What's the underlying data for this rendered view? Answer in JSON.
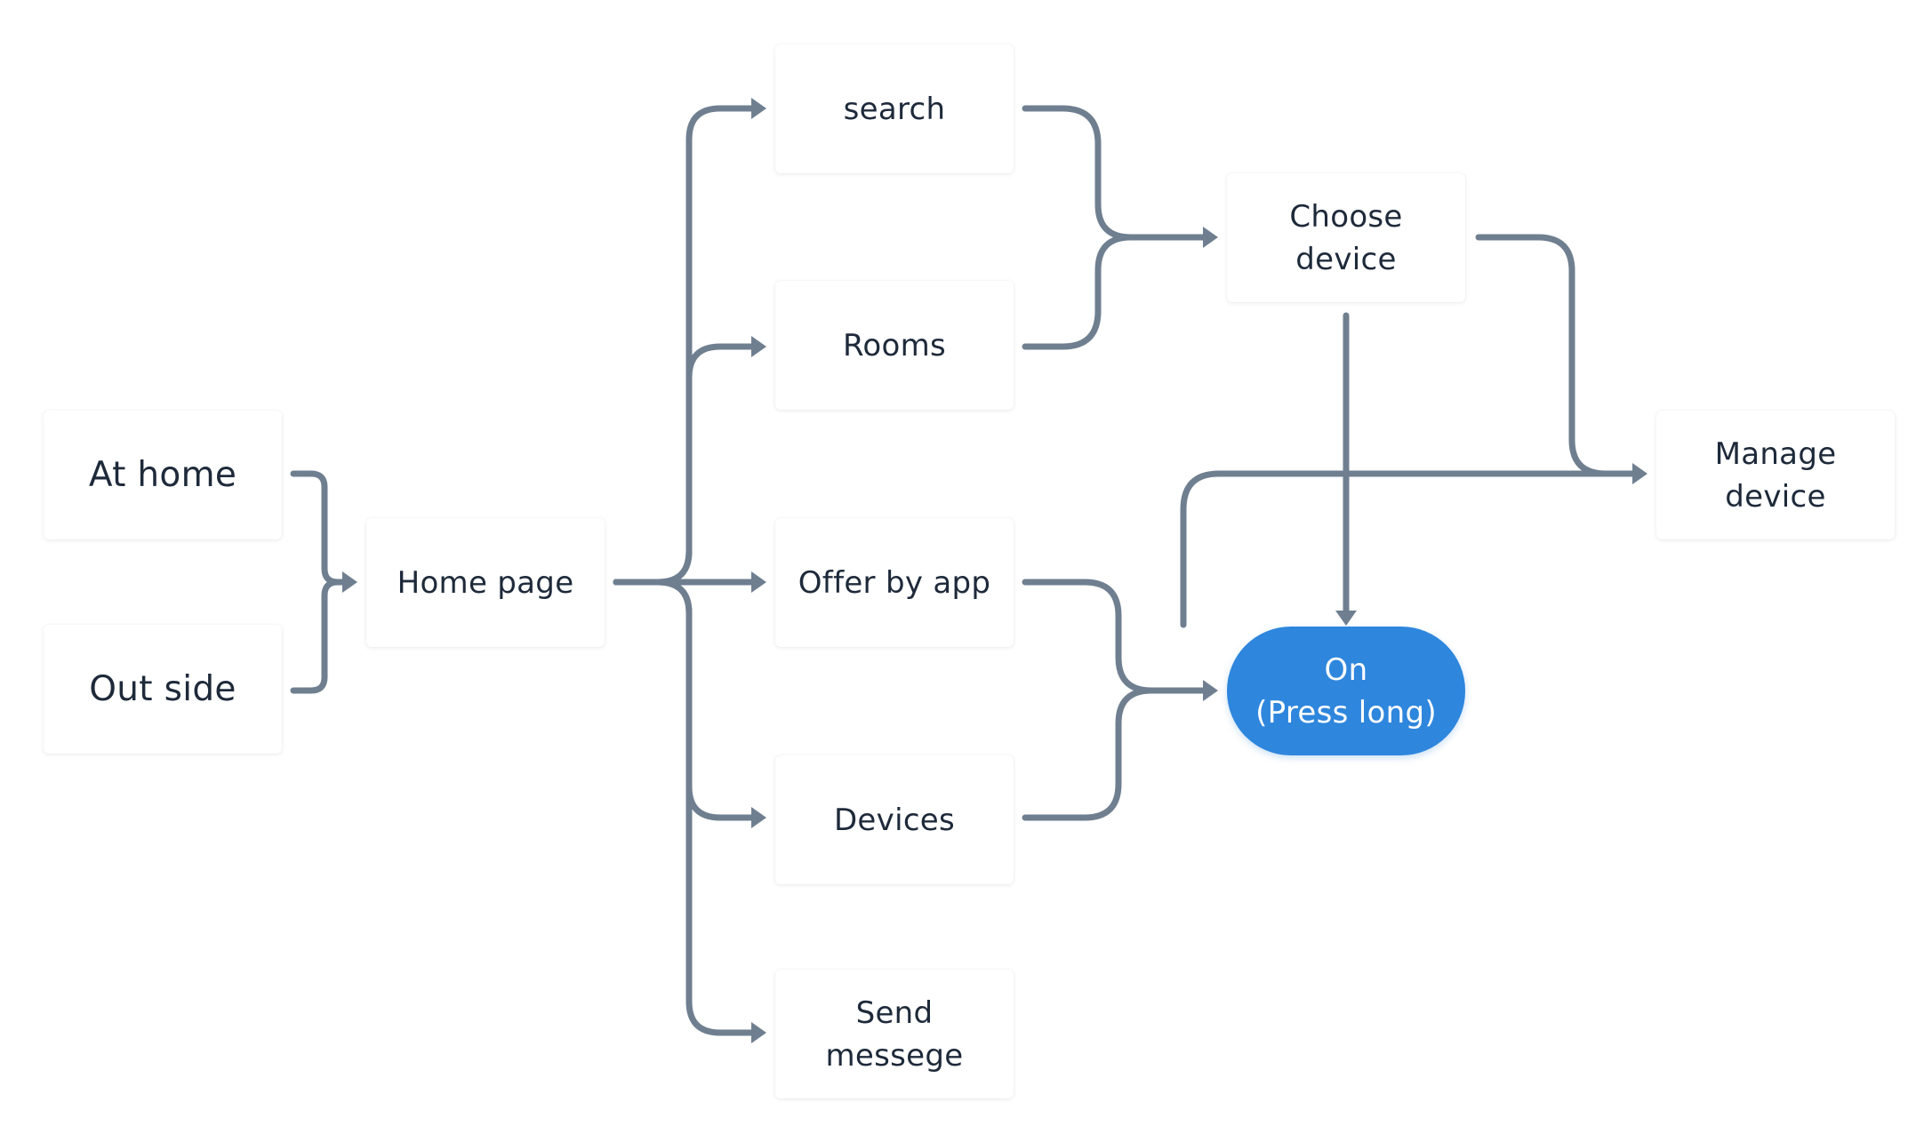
{
  "diagram": {
    "nodes": {
      "at_home": {
        "lines": [
          "At home"
        ]
      },
      "out_side": {
        "lines": [
          "Out side"
        ]
      },
      "home_page": {
        "lines": [
          "Home page"
        ]
      },
      "search": {
        "lines": [
          "search"
        ]
      },
      "rooms": {
        "lines": [
          "Rooms"
        ]
      },
      "offer_by_app": {
        "lines": [
          "Offer by app"
        ]
      },
      "devices": {
        "lines": [
          "Devices"
        ]
      },
      "send_messege": {
        "lines": [
          "Send",
          "messege"
        ]
      },
      "choose_device": {
        "lines": [
          "Choose",
          "device"
        ]
      },
      "manage_device": {
        "lines": [
          "Manage",
          "device"
        ]
      },
      "on_press_long": {
        "lines": [
          "On",
          "(Press long)"
        ]
      }
    },
    "edges": [
      {
        "from": "at_home",
        "to": "home_page"
      },
      {
        "from": "out_side",
        "to": "home_page"
      },
      {
        "from": "home_page",
        "to": "search"
      },
      {
        "from": "home_page",
        "to": "rooms"
      },
      {
        "from": "home_page",
        "to": "offer_by_app"
      },
      {
        "from": "home_page",
        "to": "devices"
      },
      {
        "from": "home_page",
        "to": "send_messege"
      },
      {
        "from": "search",
        "to": "choose_device"
      },
      {
        "from": "rooms",
        "to": "choose_device"
      },
      {
        "from": "offer_by_app",
        "to": "on_press_long"
      },
      {
        "from": "devices",
        "to": "on_press_long"
      },
      {
        "from": "choose_device",
        "to": "manage_device"
      },
      {
        "from": "choose_device",
        "to": "on_press_long"
      },
      {
        "from": "on_press_long",
        "to": "manage_device"
      }
    ],
    "colors": {
      "connector": "#6f7f90",
      "node_text": "#1e2a3a",
      "highlight_fill": "#2e86dd",
      "highlight_text": "#ffffff"
    }
  }
}
